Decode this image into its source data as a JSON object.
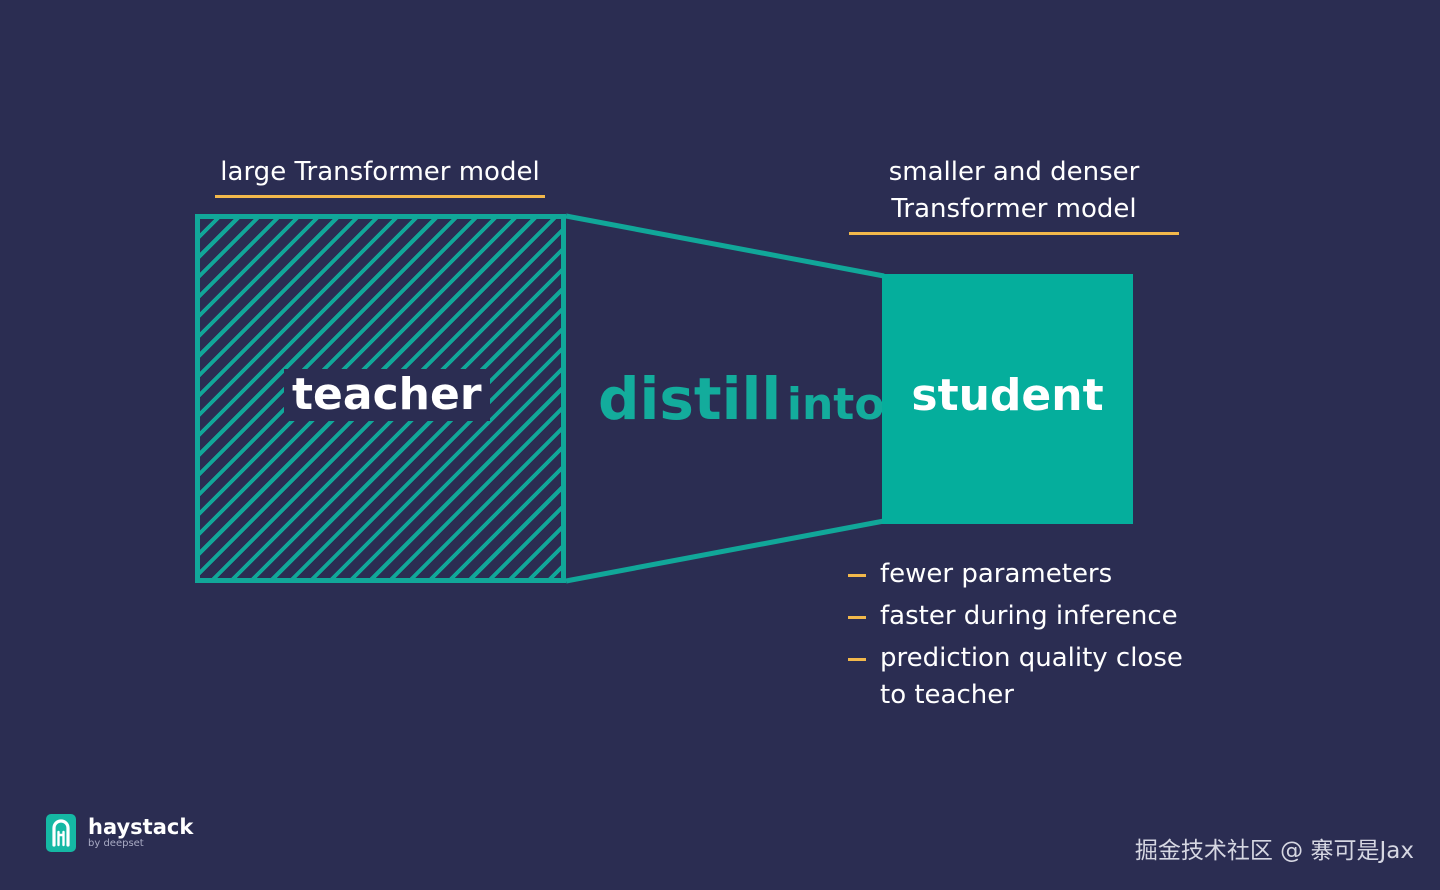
{
  "colors": {
    "background": "#2b2d52",
    "teal": "#11a799",
    "student_fill": "#05ae9c",
    "accent_orange": "#f2b84b",
    "text": "#ffffff"
  },
  "teacher": {
    "caption": "large Transformer model",
    "label": "teacher"
  },
  "connector": {
    "label_big": "distill",
    "label_small": "into"
  },
  "student": {
    "caption_line1": "smaller and denser",
    "caption_line2": "Transformer model",
    "label": "student"
  },
  "benefits": [
    {
      "text": "fewer parameters"
    },
    {
      "text": "faster during inference"
    },
    {
      "text": "prediction quality close to teacher"
    }
  ],
  "logo": {
    "icon": "haystack-logo-icon",
    "name": "haystack",
    "sub": "by deepset"
  },
  "watermark": "掘金技术社区 @ 寨可是Jax"
}
